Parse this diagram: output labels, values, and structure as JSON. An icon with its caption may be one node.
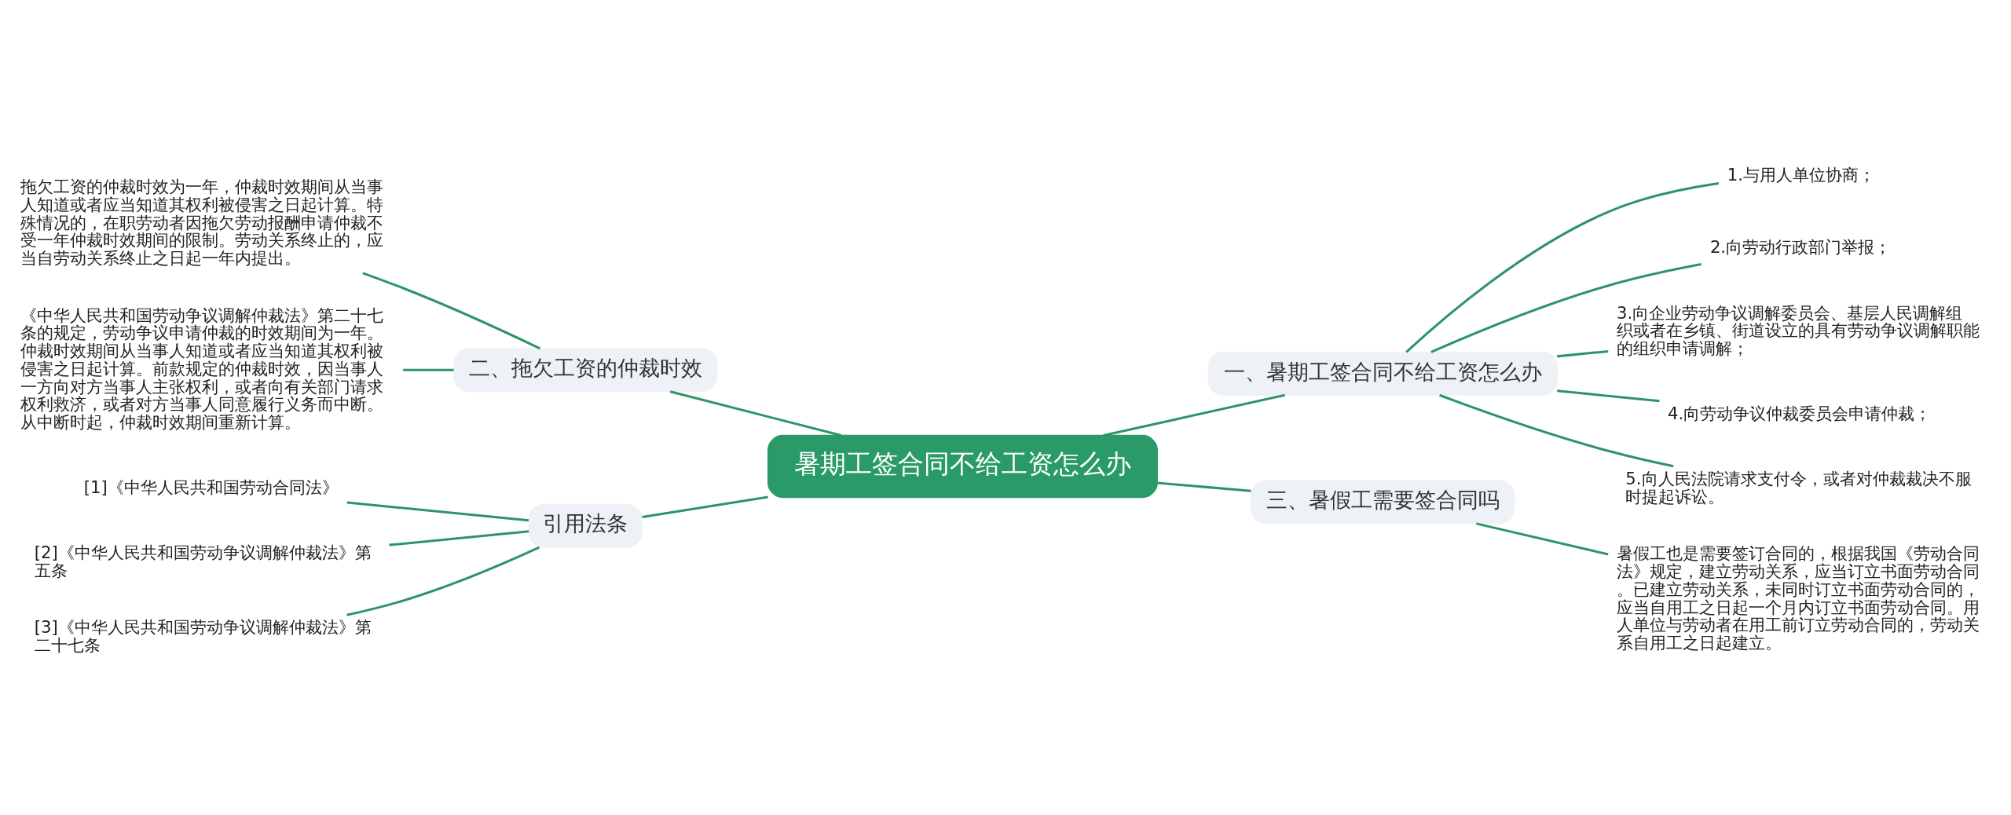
{
  "diagram": {
    "nodes": [
      {
        "text": [
          "暑期工签合同不给工资怎么办"
        ]
      },
      {
        "text": [
          "一、暑期工签合同不给工资怎么办"
        ]
      },
      {
        "text": [
          "1.与用人单位协商；"
        ]
      },
      {
        "text": [
          "2.向劳动行政部门举报；"
        ]
      },
      {
        "text": [
          "3.向企业劳动争议调解委员会、基层人民调解组织或者在乡镇、街道设立的具有劳动争议调解职能的组织申请调解；"
        ]
      },
      {
        "text": [
          "4.向劳动争议仲裁委员会申请仲裁；"
        ]
      },
      {
        "text": [
          "5.向人民法院请求支付令，或者对仲裁裁决不服时提起诉讼。"
        ]
      },
      {
        "text": [
          "三、暑假工需要签合同吗"
        ]
      },
      {
        "text": [
          "暑假工也是需要签订合同的，根据我国《劳动合同法》规定，建立劳动关系，应当订立书面劳动合同。已建立劳动关系，未同时订立书面劳动合同的，应当自用工之日起一个月内订立书面劳动合同。用人单位与劳动者在用工前订立劳动合同的，劳动关系自用工之日起建立。"
        ]
      },
      {
        "text": [
          "二、拖欠工资的仲裁时效"
        ]
      },
      {
        "text": [
          "拖欠工资的仲裁时效为一年，仲裁时效期间从当事人知道或者应当知道其权利被侵害之日起计算。特殊情况的，在职劳动者因拖欠劳动报酬申请仲裁不受一年仲裁时效期间的限制。劳动关系终止的，应当自劳动关系终止之日起一年内提出。"
        ]
      },
      {
        "text": [
          "《中华人民共和国劳动争议调解仲裁法》第二十七条的规定，劳动争议申请仲裁的时效期间为一年。仲裁时效期间从当事人知道或者应当知道其权利被侵害之日起计算。前款规定的仲裁时效，因当事人一方向对方当事人主张权利，或者向有关部门请求权利救济，或者对方当事人同意履行义务而中断。从中断时起，仲裁时效期间重新计算。"
        ]
      },
      {
        "text": [
          "引用法条"
        ]
      },
      {
        "text": [
          "[1]《中华人民共和国劳动合同法》"
        ]
      },
      {
        "text": [
          "[2]《中华人民共和国劳动争议调解仲裁法》第五条"
        ]
      },
      {
        "text": [
          "[3]《中华人民共和国劳动争议调解仲裁法》第二十七条"
        ]
      }
    ],
    "edges": [
      {
        "from": 0,
        "to": 1,
        "arrow": "none"
      },
      {
        "from": 1,
        "to": 2,
        "arrow": "none"
      },
      {
        "from": 1,
        "to": 3,
        "arrow": "none"
      },
      {
        "from": 1,
        "to": 4,
        "arrow": "none"
      },
      {
        "from": 1,
        "to": 5,
        "arrow": "none"
      },
      {
        "from": 1,
        "to": 6,
        "arrow": "none"
      },
      {
        "from": 0,
        "to": 7,
        "arrow": "none"
      },
      {
        "from": 7,
        "to": 8,
        "arrow": "none"
      },
      {
        "from": 0,
        "to": 9,
        "arrow": "none"
      },
      {
        "from": 9,
        "to": 10,
        "arrow": "none"
      },
      {
        "from": 9,
        "to": 11,
        "arrow": "none"
      },
      {
        "from": 0,
        "to": 12,
        "arrow": "none"
      },
      {
        "from": 12,
        "to": 13,
        "arrow": "none"
      },
      {
        "from": 12,
        "to": 14,
        "arrow": "none"
      },
      {
        "from": 12,
        "to": 15,
        "arrow": "none"
      }
    ]
  }
}
